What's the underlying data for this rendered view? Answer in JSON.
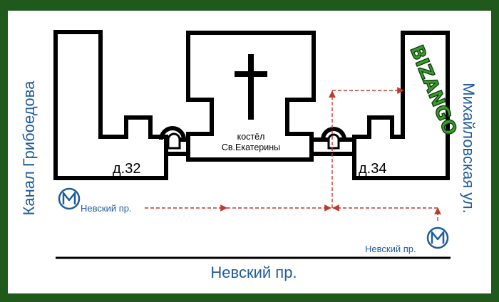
{
  "streets": {
    "left_vertical": "Канал Грибоедова",
    "right_vertical": "Михайловская ул.",
    "bottom": "Невский пр."
  },
  "buildings": {
    "house_left": "д.32",
    "house_right": "д.34",
    "church_line1": "костёл",
    "church_line2": "Св.Екатерины"
  },
  "metro": {
    "label_left": "Невский пр.",
    "label_right": "Невский пр.",
    "symbol": "M"
  },
  "logo": {
    "text": "BIZANGO"
  },
  "colors": {
    "frame": "#1f5a1c",
    "street_text": "#1f5c9c",
    "route": "#c0392b",
    "logo": "#3b9a2a"
  }
}
